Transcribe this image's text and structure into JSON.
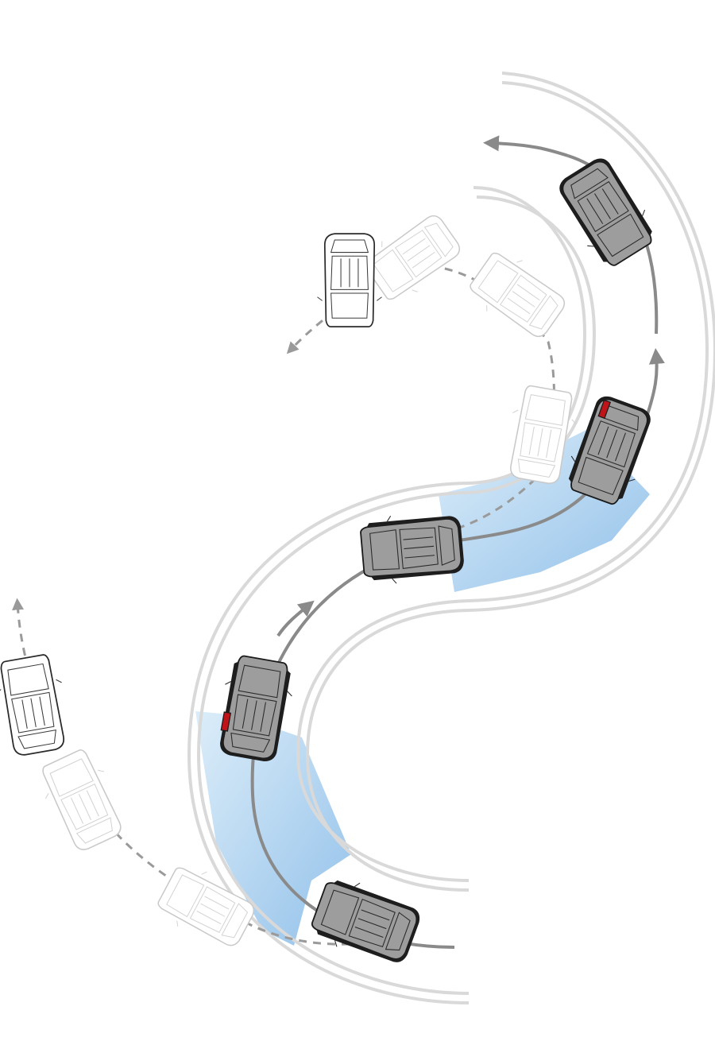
{
  "diagram": {
    "colors": {
      "background": "#ffffff",
      "road_edge": "#d9d9d9",
      "track": "#8a8a8a",
      "skid_path": "#9a9a9a",
      "control_zone": "#8fc0e8",
      "vehicle_active": "#a9a9a9",
      "vehicle_ghost": "#ffffff",
      "brake_indicator": "#c0141b"
    },
    "legend": [],
    "vehicles": [
      {
        "id": "car-1",
        "state": "controlled",
        "brake_light": false
      },
      {
        "id": "car-2",
        "state": "controlled",
        "brake_light": true
      },
      {
        "id": "car-3",
        "state": "controlled",
        "brake_light": false
      },
      {
        "id": "car-4",
        "state": "controlled",
        "brake_light": true
      },
      {
        "id": "car-5",
        "state": "controlled",
        "brake_light": false
      },
      {
        "id": "ghost-1",
        "state": "skidding",
        "brake_light": false
      },
      {
        "id": "ghost-2",
        "state": "skidding",
        "brake_light": false
      },
      {
        "id": "ghost-3",
        "state": "skidding",
        "brake_light": false
      },
      {
        "id": "ghost-4",
        "state": "skidding",
        "brake_light": false
      },
      {
        "id": "ghost-5",
        "state": "skidding",
        "brake_light": false
      },
      {
        "id": "ghost-6",
        "state": "skidding",
        "brake_light": false
      },
      {
        "id": "ghost-7",
        "state": "skidding",
        "brake_light": false
      }
    ]
  }
}
